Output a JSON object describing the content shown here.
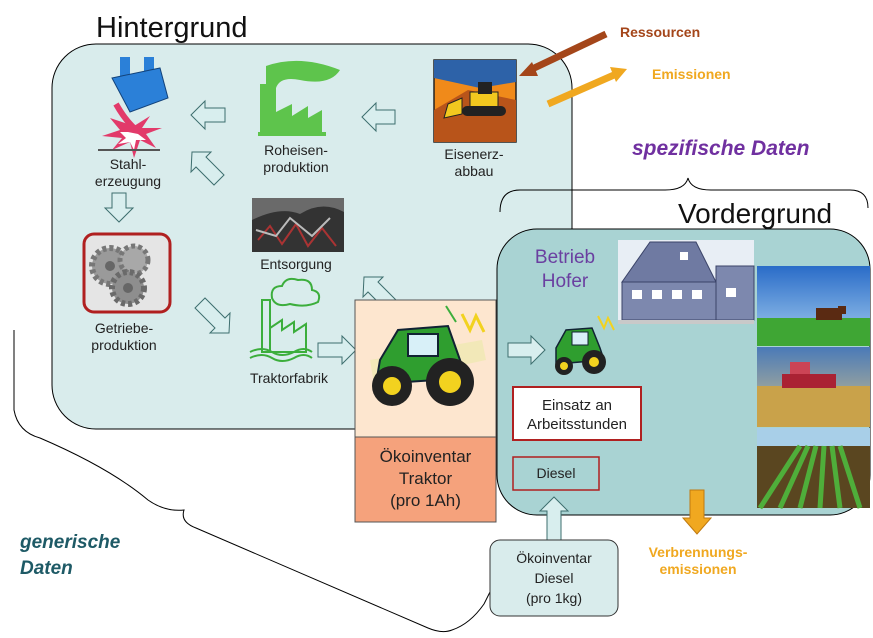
{
  "titles": {
    "background": "Hintergrund",
    "foreground": "Vordergrund",
    "specific": "spezifische Daten",
    "generic": [
      "generische",
      "Daten"
    ]
  },
  "flows": {
    "resources": "Ressourcen",
    "emissions": "Emissionen",
    "combustion": [
      "Verbrennungs-",
      "emissionen"
    ]
  },
  "nodes": {
    "stahl": [
      "Stahl-",
      "erzeugung"
    ],
    "roheisen": [
      "Roheisen-",
      "produktion"
    ],
    "eisenerz": [
      "Eisenerz-",
      "abbau"
    ],
    "getriebe": [
      "Getriebe-",
      "produktion"
    ],
    "entsorgung": "Entsorgung",
    "traktorfabrik": "Traktorfabrik"
  },
  "inventory_tractor": [
    "Ökoinventar",
    "Traktor",
    "(pro 1Ah)"
  ],
  "farm": [
    "Betrieb",
    "Hofer"
  ],
  "usage": [
    "Einsatz an",
    "Arbeitsstunden"
  ],
  "diesel": "Diesel",
  "inventory_diesel": [
    "Ökoinventar",
    "Diesel",
    "(pro 1kg)"
  ],
  "colors": {
    "box_fill": "#d9ecec",
    "fg_fill": "#a9d3d3",
    "arrow_fill": "#d8eeee",
    "resources": "#a4461a",
    "emissions": "#f0a820",
    "specific": "#7030a0",
    "generic": "#1e5a66",
    "farm_text": "#6a3fa0",
    "inventory_top": "#fbc7a5",
    "inventory_bottom": "#f4a07a",
    "tractor_green": "#2f9e2f",
    "frame_red": "#b02020"
  },
  "icons": {
    "stahl": "steel-pouring-icon",
    "roheisen": "factory-green-icon",
    "eisenerz": "mining-bulldozer-icon",
    "getriebe": "gears-icon",
    "entsorgung": "scrap-pile-photo",
    "traktorfabrik": "factory-outline-icon",
    "tractor": "tractor-icon",
    "farm": "farm-building-icon",
    "photos": [
      "cow-pasture-photo",
      "harvester-photo",
      "crop-rows-photo"
    ]
  }
}
